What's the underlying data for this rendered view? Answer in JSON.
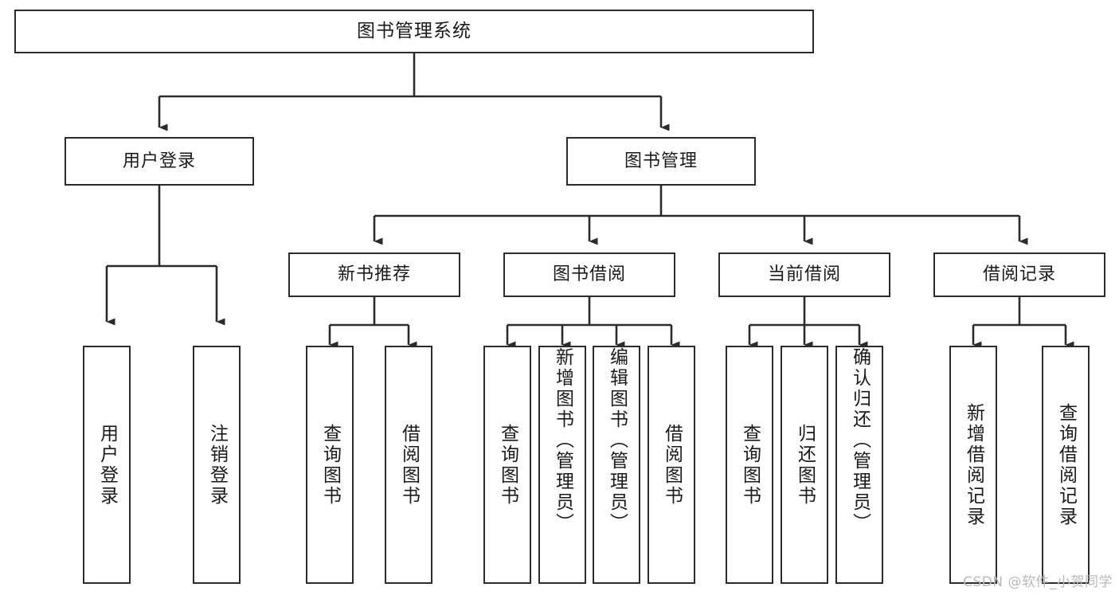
{
  "diagram": {
    "title": "图书管理系统",
    "type": "功能结构图",
    "root": {
      "id": "root",
      "label": "图书管理系统"
    },
    "level1": [
      {
        "id": "user-login",
        "label": "用户登录"
      },
      {
        "id": "book-manage",
        "label": "图书管理"
      }
    ],
    "level2": [
      {
        "id": "new-book-recommend",
        "label": "新书推荐",
        "parent": "book-manage"
      },
      {
        "id": "book-borrow",
        "label": "图书借阅",
        "parent": "book-manage"
      },
      {
        "id": "current-borrow",
        "label": "当前借阅",
        "parent": "book-manage"
      },
      {
        "id": "borrow-record",
        "label": "借阅记录",
        "parent": "book-manage"
      }
    ],
    "leaves": [
      {
        "id": "leaf-user-login",
        "label": "用户登录",
        "parent": "user-login"
      },
      {
        "id": "leaf-logout-login",
        "label": "注销登录",
        "parent": "user-login"
      },
      {
        "id": "leaf-query-book-1",
        "label": "查询图书",
        "parent": "new-book-recommend"
      },
      {
        "id": "leaf-borrow-book-1",
        "label": "借阅图书",
        "parent": "new-book-recommend"
      },
      {
        "id": "leaf-query-book-2",
        "label": "查询图书",
        "parent": "book-borrow"
      },
      {
        "id": "leaf-add-book",
        "label": "新增图书（管理员）",
        "parent": "book-borrow"
      },
      {
        "id": "leaf-edit-book",
        "label": "编辑图书（管理员）",
        "parent": "book-borrow"
      },
      {
        "id": "leaf-borrow-book-2",
        "label": "借阅图书",
        "parent": "book-borrow"
      },
      {
        "id": "leaf-query-book-3",
        "label": "查询图书",
        "parent": "current-borrow"
      },
      {
        "id": "leaf-return-book",
        "label": "归还图书",
        "parent": "current-borrow"
      },
      {
        "id": "leaf-confirm-return",
        "label": "确认归还（管理员）",
        "parent": "current-borrow"
      },
      {
        "id": "leaf-add-record",
        "label": "新增借阅记录",
        "parent": "borrow-record"
      },
      {
        "id": "leaf-query-record",
        "label": "查询借阅记录",
        "parent": "borrow-record"
      }
    ],
    "watermark": "CSDN @软件_小贺同学",
    "colors": {
      "box_border": "#2b2b2b",
      "box_fill": "#ffffff",
      "connector": "#2b2b2b",
      "text": "#1a1a1a",
      "watermark": "#b9b9b9",
      "background": "#ffffff"
    }
  }
}
